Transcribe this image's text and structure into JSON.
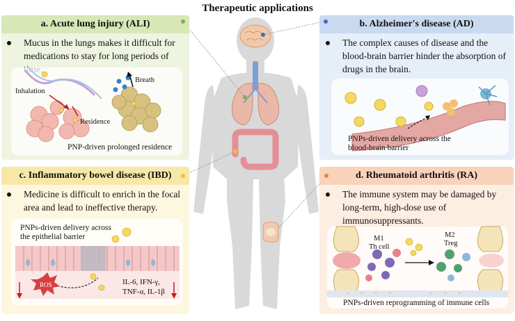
{
  "title": "Therapeutic applications",
  "panels": {
    "ali": {
      "heading": "a. Acute lung injury (ALI)",
      "text": "Mucus in the lungs makes it difficult for medications to stay for long periods of time.",
      "labels": {
        "inhalation": "Inhalation",
        "breath": "Breath",
        "residence": "Residence",
        "caption": "PNP-driven prolonged residence"
      },
      "color": "#e6efcf",
      "pin": "#7fb24a"
    },
    "ad": {
      "heading": "b. Alzheimer's disease (AD)",
      "text": "The complex causes of disease and the blood-brain barrier hinder the absorption of drugs in the brain.",
      "labels": {
        "caption": "PNPs-driven delivery across the blood-brain barrier"
      },
      "color": "#dce7f5",
      "pin": "#3a6fc0"
    },
    "ibd": {
      "heading": "c. Inflammatory bowel disease (IBD)",
      "text": "Medicine is difficult to enrich in the focal area and lead to ineffective therapy.",
      "labels": {
        "caption": "PNPs-driven delivery across the epithelial barrier",
        "ros": "ROS",
        "cytokines1": "IL-6, IFN-γ,",
        "cytokines2": "TNF-α, IL-1β"
      },
      "color": "#fdf3cf",
      "pin": "#f0c030"
    },
    "ra": {
      "heading": "d. Rheumatoid arthritis (RA)",
      "text": "The immune system may be damaged by long-term, high-dose use of immunosuppressants.",
      "labels": {
        "m1": "M1",
        "th": "Th cell",
        "m2": "M2",
        "treg": "Treg",
        "caption": "PNPs-driven reprogramming of immune cells"
      },
      "color": "#fde5d5",
      "pin": "#f08040"
    }
  }
}
